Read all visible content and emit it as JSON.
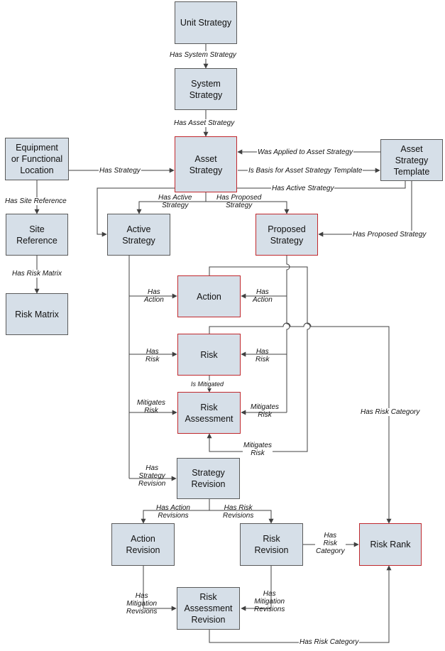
{
  "nodes": {
    "unit_strategy": "Unit Strategy",
    "system_strategy": "System\nStrategy",
    "asset_strategy": "Asset\nStrategy",
    "equipment": "Equipment\nor Functional\nLocation",
    "asset_strategy_template": "Asset\nStrategy\nTemplate",
    "site_reference": "Site\nReference",
    "risk_matrix": "Risk Matrix",
    "active_strategy": "Active\nStrategy",
    "proposed_strategy": "Proposed\nStrategy",
    "action": "Action",
    "risk": "Risk",
    "risk_assessment": "Risk\nAssessment",
    "strategy_revision": "Strategy\nRevision",
    "action_revision": "Action\nRevision",
    "risk_revision": "Risk\nRevision",
    "risk_rank": "Risk Rank",
    "risk_assessment_revision": "Risk\nAssessment\nRevision"
  },
  "edges": {
    "has_system_strategy": "Has System Strategy",
    "has_asset_strategy": "Has Asset Strategy",
    "was_applied": "Was Applied to Asset Strategy",
    "is_basis": "Is Basis for Asset Strategy Template",
    "has_strategy": "Has Strategy",
    "has_site_reference": "Has Site Reference",
    "has_risk_matrix": "Has Risk Matrix",
    "has_active_strategy_template": "Has Active Strategy",
    "has_active_strategy": "Has Active\nStrategy",
    "has_proposed_strategy": "Has Proposed\nStrategy",
    "has_proposed_strategy_template": "Has Proposed Strategy",
    "has_action_active": "Has\nAction",
    "has_action_proposed": "Has\nAction",
    "has_risk_active": "Has\nRisk",
    "has_risk_proposed": "Has\nRisk",
    "is_mitigated": "Is Mitigated",
    "mitigates_risk_active": "Mitigates\nRisk",
    "mitigates_risk_proposed": "Mitigates\nRisk",
    "mitigates_risk_action": "Mitigates\nRisk",
    "has_risk_category_risk": "Has Risk Category",
    "has_strategy_revision": "Has\nStrategy\nRevision",
    "has_action_revisions": "Has Action\nRevisions",
    "has_risk_revisions": "Has Risk\nRevisions",
    "has_risk_category_revision": "Has\nRisk\nCategory",
    "has_mitigation_revisions_action": "Has\nMitigation\nRevisions",
    "has_mitigation_revisions_risk": "Has\nMitigation\nRevisions",
    "has_risk_category_assessment": "Has Risk Category"
  }
}
